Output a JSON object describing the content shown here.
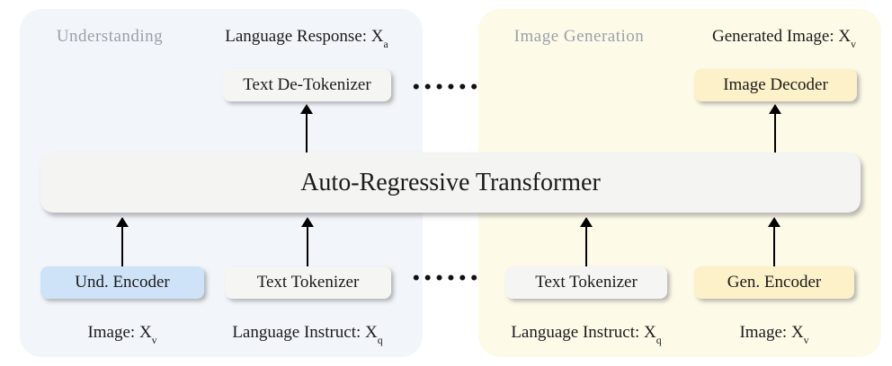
{
  "colors": {
    "left_panel_bg": "#f2f5fa",
    "right_panel_bg": "#fdfae8",
    "neutral_box_bg": "#f5f5f4",
    "blue_box_bg": "#cfe3f8",
    "yellow_box_bg": "#fcf1c9",
    "transformer_bg": "#f4f4f3",
    "muted_label": "#9aa1a9",
    "text": "#1b1b1b"
  },
  "transformer": {
    "label": "Auto-Regressive Transformer"
  },
  "separator": {
    "dots": "••••••"
  },
  "understanding": {
    "title": "Understanding",
    "output_label": {
      "text": "Language Response: X",
      "sub": "a"
    },
    "de_tokenizer": "Text De-Tokenizer",
    "encoder": "Und. Encoder",
    "tokenizer": "Text Tokenizer",
    "image_input": {
      "text": "Image: X",
      "sub": "v"
    },
    "instruct_input": {
      "text": "Language Instruct: X",
      "sub": "q"
    }
  },
  "generation": {
    "title": "Image Generation",
    "output_label": {
      "text": "Generated Image: X",
      "sub": "v"
    },
    "decoder": "Image Decoder",
    "tokenizer": "Text Tokenizer",
    "encoder": "Gen. Encoder",
    "instruct_input": {
      "text": "Language Instruct: X",
      "sub": "q"
    },
    "image_input": {
      "text": "Image: X",
      "sub": "v"
    }
  }
}
